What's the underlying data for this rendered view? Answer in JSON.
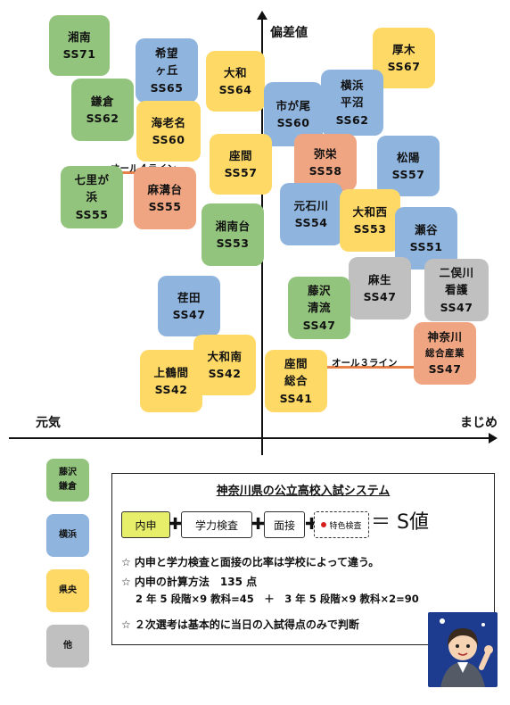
{
  "axes": {
    "y_label": "偏差値",
    "x_left": "元気",
    "x_right": "まじめ"
  },
  "schools": [
    {
      "id": "shonan",
      "lines": [
        "湘南",
        "SS71"
      ],
      "region": "green"
    },
    {
      "id": "kibougaoka",
      "lines": [
        "希望",
        "ヶ丘",
        "SS65"
      ],
      "region": "blue"
    },
    {
      "id": "yamato",
      "lines": [
        "大和",
        "SS64"
      ],
      "region": "yellow"
    },
    {
      "id": "atsugi",
      "lines": [
        "厚木",
        "SS67"
      ],
      "region": "yellow"
    },
    {
      "id": "kamakura",
      "lines": [
        "鎌倉",
        "SS62"
      ],
      "region": "green"
    },
    {
      "id": "ebina",
      "lines": [
        "海老名",
        "SS60"
      ],
      "region": "yellow"
    },
    {
      "id": "ichigao",
      "lines": [
        "市が尾",
        "SS60"
      ],
      "region": "blue"
    },
    {
      "id": "yokohama-hiranuma",
      "lines": [
        "横浜",
        "平沼",
        "SS62"
      ],
      "region": "blue"
    },
    {
      "id": "zama",
      "lines": [
        "座間",
        "SS57"
      ],
      "region": "yellow"
    },
    {
      "id": "yasaka",
      "lines": [
        "弥栄",
        "SS58"
      ],
      "region": "orange"
    },
    {
      "id": "shoyo",
      "lines": [
        "松陽",
        "SS57"
      ],
      "region": "blue"
    },
    {
      "id": "shichirigahama",
      "lines": [
        "七里が",
        "浜",
        "SS55"
      ],
      "region": "green"
    },
    {
      "id": "asamizodai",
      "lines": [
        "麻溝台",
        "SS55"
      ],
      "region": "orange"
    },
    {
      "id": "motoishikawa",
      "lines": [
        "元石川",
        "SS54"
      ],
      "region": "blue"
    },
    {
      "id": "yamatonishi",
      "lines": [
        "大和西",
        "SS53"
      ],
      "region": "yellow"
    },
    {
      "id": "seya",
      "lines": [
        "瀬谷",
        "SS51"
      ],
      "region": "blue"
    },
    {
      "id": "shonandai",
      "lines": [
        "湘南台",
        "SS53"
      ],
      "region": "green"
    },
    {
      "id": "asao",
      "lines": [
        "麻生",
        "SS47"
      ],
      "region": "gray"
    },
    {
      "id": "futamatagawa",
      "lines": [
        "二俣川",
        "看護",
        "SS47"
      ],
      "region": "gray"
    },
    {
      "id": "kakita",
      "lines": [
        "荏田",
        "SS47"
      ],
      "region": "blue"
    },
    {
      "id": "fujisawa-seiryu",
      "lines": [
        "藤沢",
        "清流",
        "SS47"
      ],
      "region": "green"
    },
    {
      "id": "kanagawa-sogo",
      "lines": [
        "神奈川",
        "総合産業",
        "SS47"
      ],
      "region": "orange"
    },
    {
      "id": "kamitsuruma",
      "lines": [
        "上鶴間",
        "SS42"
      ],
      "region": "yellow"
    },
    {
      "id": "yamatominami",
      "lines": [
        "大和南",
        "SS42"
      ],
      "region": "yellow"
    },
    {
      "id": "zama-sogo",
      "lines": [
        "座間",
        "総合",
        "SS41"
      ],
      "region": "yellow"
    }
  ],
  "lines": {
    "all4": "オール４ライン",
    "all3": "オール３ライン"
  },
  "legend": [
    {
      "lines": [
        "藤沢",
        "鎌倉"
      ],
      "color": "#93c47d"
    },
    {
      "lines": [
        "横浜"
      ],
      "color": "#8fb4de"
    },
    {
      "lines": [
        "県央"
      ],
      "color": "#ffd966"
    },
    {
      "lines": [
        "他"
      ],
      "color": "#c0c0c0"
    }
  ],
  "panel": {
    "title": "神奈川県の公立高校入試システム",
    "f1": "内申",
    "f2": "学力検査",
    "f3": "面接",
    "f4": "特色検査",
    "result": "＝ S値",
    "note1": "☆ 内申と学力検査と面接の比率は学校によって違う。",
    "note2": "☆ 内申の計算方法　135 点",
    "note3a": "2 年 5 段階×9 教科=45　＋　3 年 5 段階×9 教科×2=90",
    "note4": "☆ ２次選考は基本的に当日の入試得点のみで判断"
  }
}
